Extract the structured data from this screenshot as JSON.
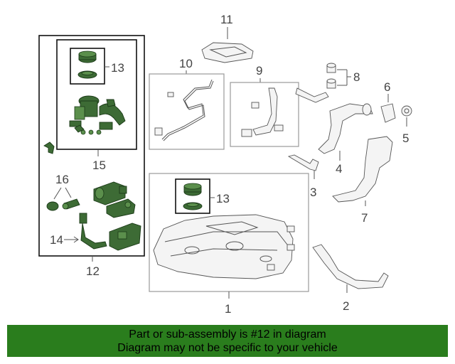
{
  "callouts": {
    "n1": "1",
    "n2": "2",
    "n3": "3",
    "n4": "4",
    "n5": "5",
    "n6": "6",
    "n7": "7",
    "n8": "8",
    "n9": "9",
    "n10": "10",
    "n11": "11",
    "n12": "12",
    "n13a": "13",
    "n13b": "13",
    "n14": "14",
    "n15": "15",
    "n16": "16"
  },
  "banner": {
    "line1": "Part or sub-assembly is #12 in diagram",
    "line2": "Diagram may not be specific to your vehicle"
  },
  "colors": {
    "highlight": "#3d6b35",
    "banner": "#2a7d1d"
  }
}
